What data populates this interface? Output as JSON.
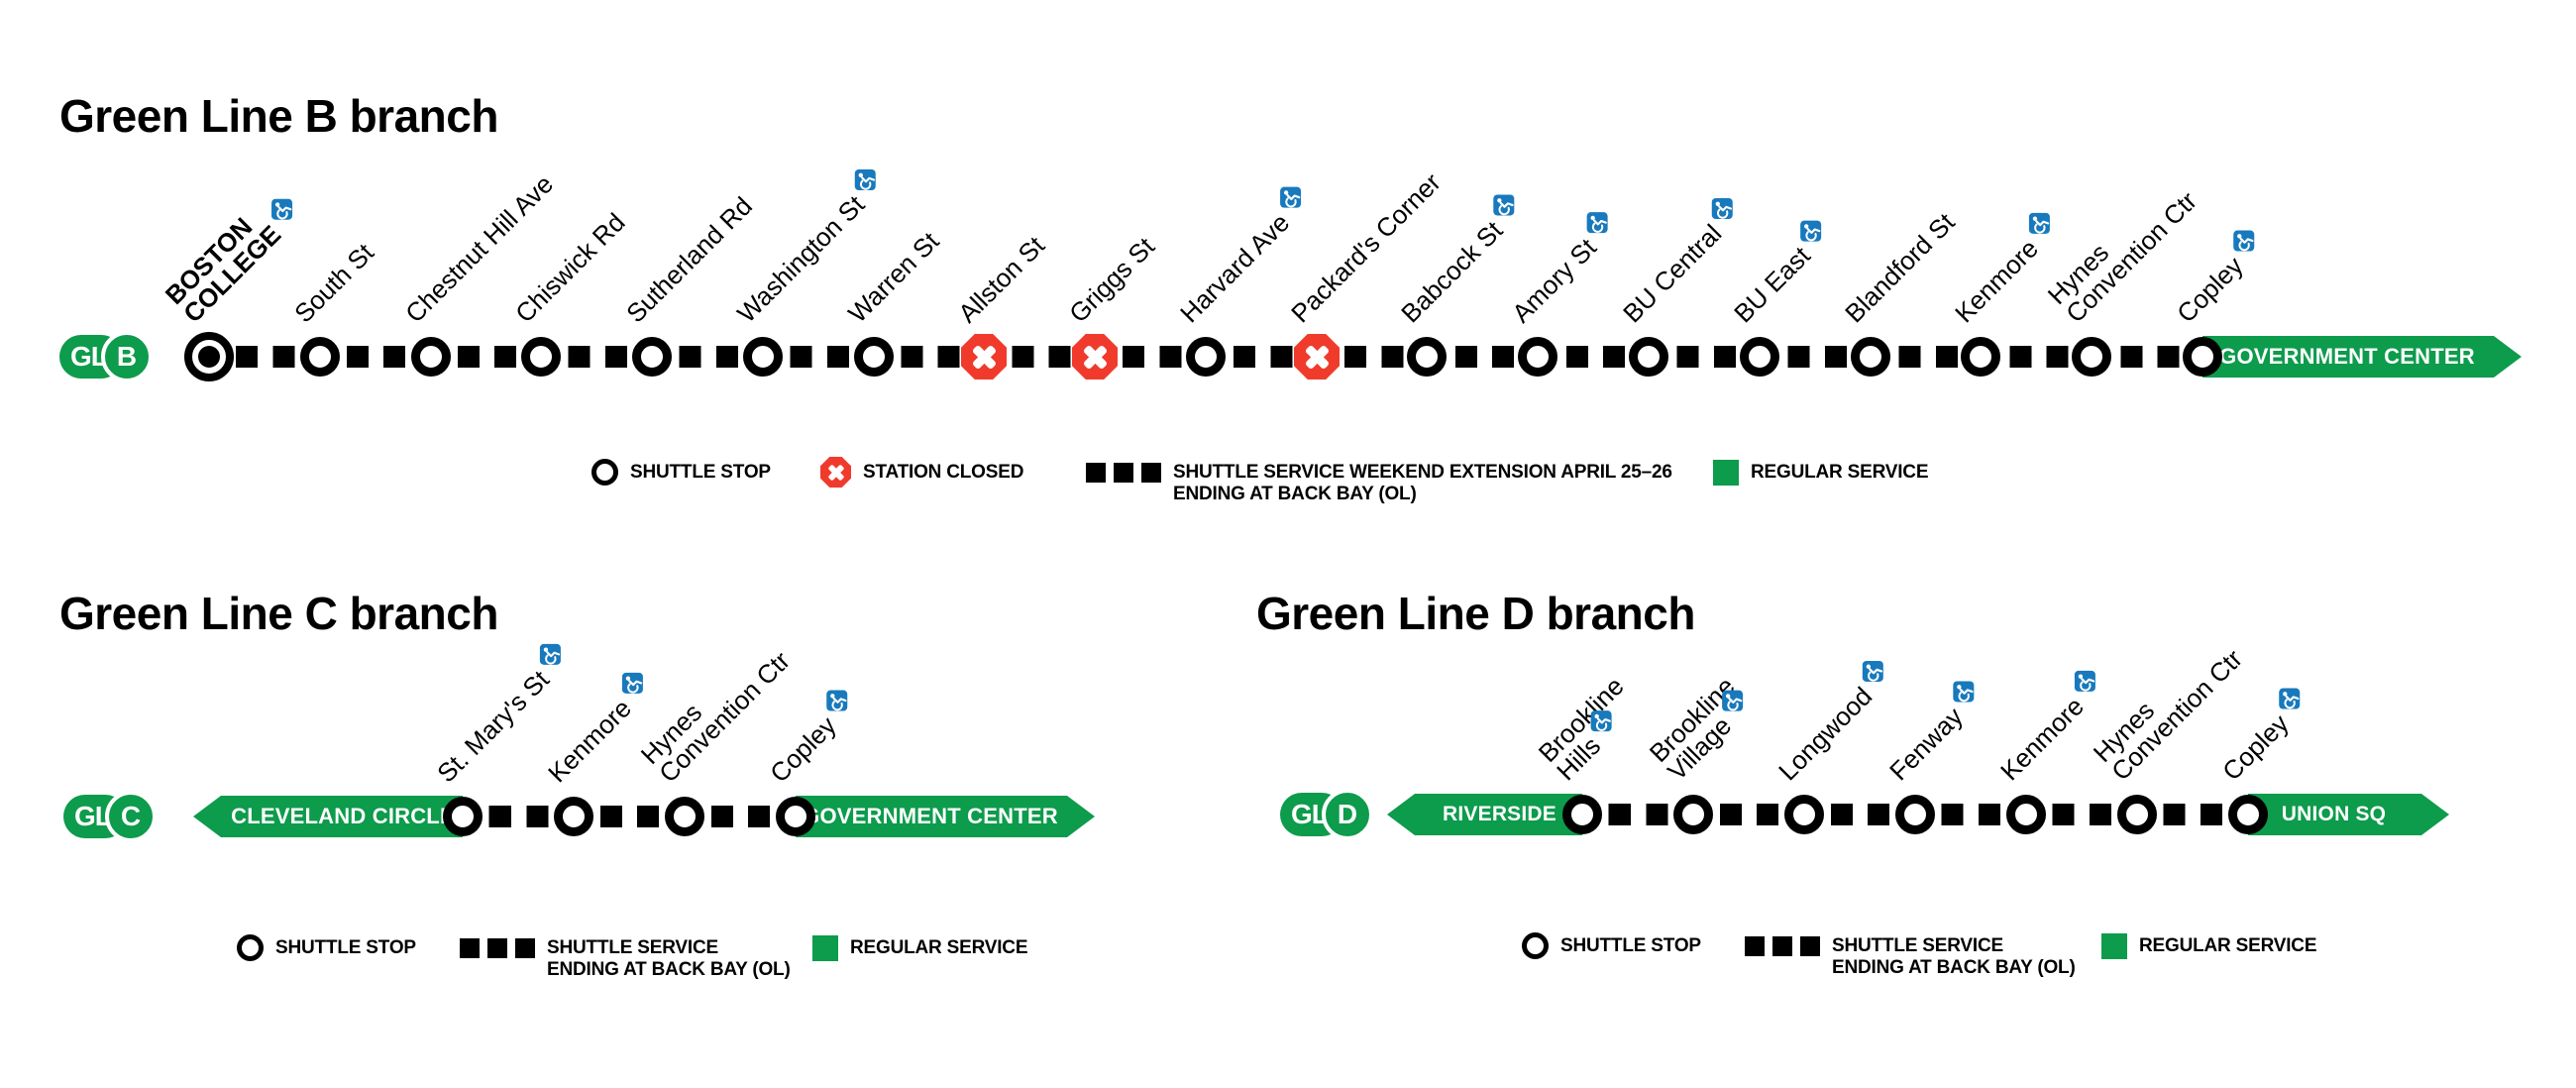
{
  "colors": {
    "green": "#0D9B4C",
    "red": "#F03B2C",
    "blue": "#1879BD",
    "black": "#000000",
    "white": "#ffffff"
  },
  "branches": [
    {
      "id": "B",
      "title": "Green Line B branch",
      "logo_line": "GL",
      "logo_branch": "B",
      "destination_right": "GOVERNMENT CENTER",
      "stations": [
        {
          "label": [
            "BOSTON",
            "COLLEGE"
          ],
          "type": "terminal",
          "accessible": true,
          "emphasis": true
        },
        {
          "label": [
            "South St"
          ],
          "type": "shuttle",
          "accessible": false
        },
        {
          "label": [
            "Chestnut Hill Ave"
          ],
          "type": "shuttle",
          "accessible": false
        },
        {
          "label": [
            "Chiswick Rd"
          ],
          "type": "shuttle",
          "accessible": false
        },
        {
          "label": [
            "Sutherland Rd"
          ],
          "type": "shuttle",
          "accessible": false
        },
        {
          "label": [
            "Washington St"
          ],
          "type": "shuttle",
          "accessible": true
        },
        {
          "label": [
            "Warren St"
          ],
          "type": "shuttle",
          "accessible": false
        },
        {
          "label": [
            "Allston St"
          ],
          "type": "closed",
          "accessible": false
        },
        {
          "label": [
            "Griggs St"
          ],
          "type": "closed",
          "accessible": false
        },
        {
          "label": [
            "Harvard Ave"
          ],
          "type": "shuttle",
          "accessible": true
        },
        {
          "label": [
            "Packard's Corner"
          ],
          "type": "closed",
          "accessible": false
        },
        {
          "label": [
            "Babcock St"
          ],
          "type": "shuttle",
          "accessible": true
        },
        {
          "label": [
            "Amory St"
          ],
          "type": "shuttle",
          "accessible": true
        },
        {
          "label": [
            "BU Central"
          ],
          "type": "shuttle",
          "accessible": true
        },
        {
          "label": [
            "BU East"
          ],
          "type": "shuttle",
          "accessible": true
        },
        {
          "label": [
            "Blandford St"
          ],
          "type": "shuttle",
          "accessible": false
        },
        {
          "label": [
            "Kenmore"
          ],
          "type": "shuttle",
          "accessible": true
        },
        {
          "label": [
            "Hynes",
            "Convention Ctr"
          ],
          "type": "shuttle",
          "accessible": false
        },
        {
          "label": [
            "Copley"
          ],
          "type": "shuttle",
          "accessible": true
        }
      ]
    },
    {
      "id": "C",
      "title": "Green Line C branch",
      "logo_line": "GL",
      "logo_branch": "C",
      "destination_left": "CLEVELAND CIRCLE",
      "destination_right": "GOVERNMENT CENTER",
      "stations": [
        {
          "label": [
            "St. Mary's St"
          ],
          "type": "shuttle",
          "accessible": true
        },
        {
          "label": [
            "Kenmore"
          ],
          "type": "shuttle",
          "accessible": true
        },
        {
          "label": [
            "Hynes",
            "Convention Ctr"
          ],
          "type": "shuttle",
          "accessible": false
        },
        {
          "label": [
            "Copley"
          ],
          "type": "shuttle",
          "accessible": true
        }
      ]
    },
    {
      "id": "D",
      "title": "Green Line D branch",
      "logo_line": "GL",
      "logo_branch": "D",
      "destination_left": "RIVERSIDE",
      "destination_right": "UNION SQ",
      "stations": [
        {
          "label": [
            "Brookline",
            "Hills"
          ],
          "type": "shuttle",
          "accessible": true
        },
        {
          "label": [
            "Brookline",
            "Village"
          ],
          "type": "shuttle",
          "accessible": true
        },
        {
          "label": [
            "Longwood"
          ],
          "type": "shuttle",
          "accessible": true
        },
        {
          "label": [
            "Fenway"
          ],
          "type": "shuttle",
          "accessible": true
        },
        {
          "label": [
            "Kenmore"
          ],
          "type": "shuttle",
          "accessible": true
        },
        {
          "label": [
            "Hynes",
            "Convention Ctr"
          ],
          "type": "shuttle",
          "accessible": false
        },
        {
          "label": [
            "Copley"
          ],
          "type": "shuttle",
          "accessible": true
        }
      ]
    }
  ],
  "legend_b": {
    "shuttle_stop": "SHUTTLE STOP",
    "station_closed": "STATION CLOSED",
    "shuttle_service_line1": "SHUTTLE SERVICE WEEKEND EXTENSION APRIL 25–26",
    "shuttle_service_line2": "ENDING AT BACK BAY (OL)",
    "regular_service": "REGULAR SERVICE"
  },
  "legend_cd": {
    "shuttle_stop": "SHUTTLE STOP",
    "shuttle_service_line1": "SHUTTLE SERVICE",
    "shuttle_service_line2": "ENDING AT BACK BAY (OL)",
    "regular_service": "REGULAR SERVICE"
  }
}
